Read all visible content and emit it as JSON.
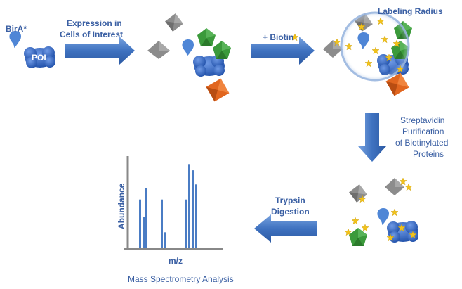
{
  "labels": {
    "birA": "BirA*",
    "poi": "POI",
    "step1_line1": "Expression in",
    "step1_line2": "Cells of Interest",
    "step2": "+ Biotin",
    "labeling_radius": "Labeling Radius",
    "step3_line1": "Streptavidin",
    "step3_line2": "Purification",
    "step3_line3": "of Biotinylated",
    "step3_line4": "Proteins",
    "step4_line1": "Trypsin",
    "step4_line2": "Digestion",
    "ylabel": "Abundance",
    "xlabel": "m/z",
    "caption": "Mass Spectrometry Analysis"
  },
  "colors": {
    "arrow": "#4a7cc4",
    "text": "#3a5fa3",
    "poi_blue": "#2f64c2",
    "gray_protein": "#8c8c8c",
    "green_protein": "#3b9a3b",
    "orange_protein": "#e1661f",
    "biotin_star": "#f2c21b",
    "spectrum_bar": "#4a7cc4"
  },
  "chart_data": {
    "type": "bar",
    "title": "",
    "xlabel": "m/z",
    "ylabel": "Abundance",
    "peaks_relative": [
      0.55,
      0.35,
      0.68,
      0.55,
      0.18,
      0.55,
      0.95,
      0.88,
      0.72
    ]
  }
}
